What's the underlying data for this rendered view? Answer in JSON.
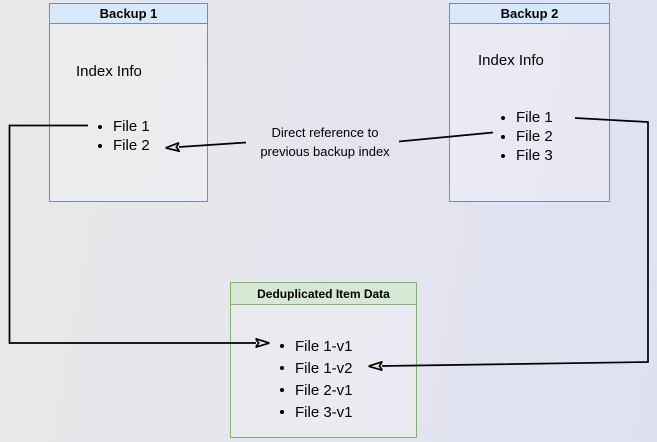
{
  "boxes": {
    "backup1": {
      "title": "Backup 1",
      "subtitle": "Index Info",
      "files": [
        "File 1",
        "File 2"
      ]
    },
    "backup2": {
      "title": "Backup 2",
      "subtitle": "Index Info",
      "files": [
        "File 1",
        "File 2",
        "File 3"
      ]
    },
    "dedup": {
      "title": "Deduplicated Item Data",
      "items": [
        "File 1-v1",
        "File 1-v2",
        "File 2-v1",
        "File 3-v1"
      ]
    }
  },
  "edge_label": {
    "line1": "Direct reference to",
    "line2": "previous backup index"
  },
  "colors": {
    "blue_header_bg": "#dae8fc",
    "blue_border": "#6c8ebf",
    "green_header_bg": "#d5e8d4",
    "green_border": "#82b366",
    "arrow": "#000000",
    "text": "#000000"
  }
}
